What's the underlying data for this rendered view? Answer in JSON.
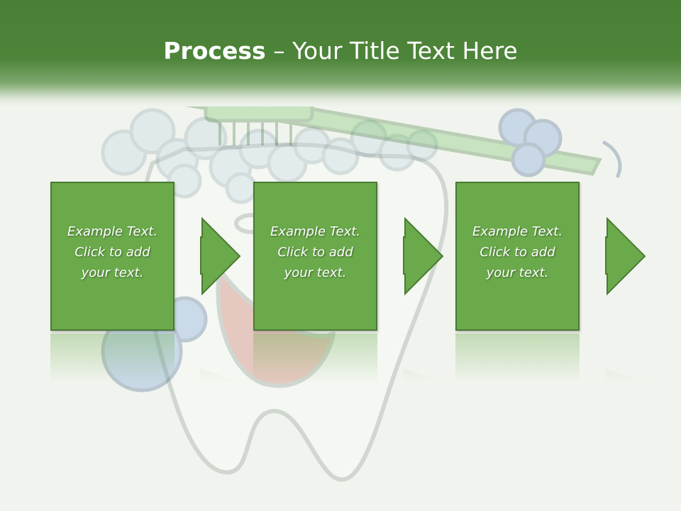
{
  "slide": {
    "title_bold": "Process",
    "title_rest": " – Your Title Text Here"
  },
  "steps": [
    {
      "line1": "Example Text.",
      "line2": "Click  to add",
      "line3": "your text."
    },
    {
      "line1": "Example Text.",
      "line2": "Click  to add",
      "line3": "your text."
    },
    {
      "line1": "Example Text.",
      "line2": "Click  to add",
      "line3": "your text."
    }
  ],
  "colors": {
    "header": "#4d8439",
    "box_fill": "#6aaa4a",
    "box_border": "#4a7a32",
    "background": "#f1f4ee"
  },
  "icons": [
    "tooth-illustration",
    "toothbrush-illustration",
    "arrow-right-icon"
  ]
}
